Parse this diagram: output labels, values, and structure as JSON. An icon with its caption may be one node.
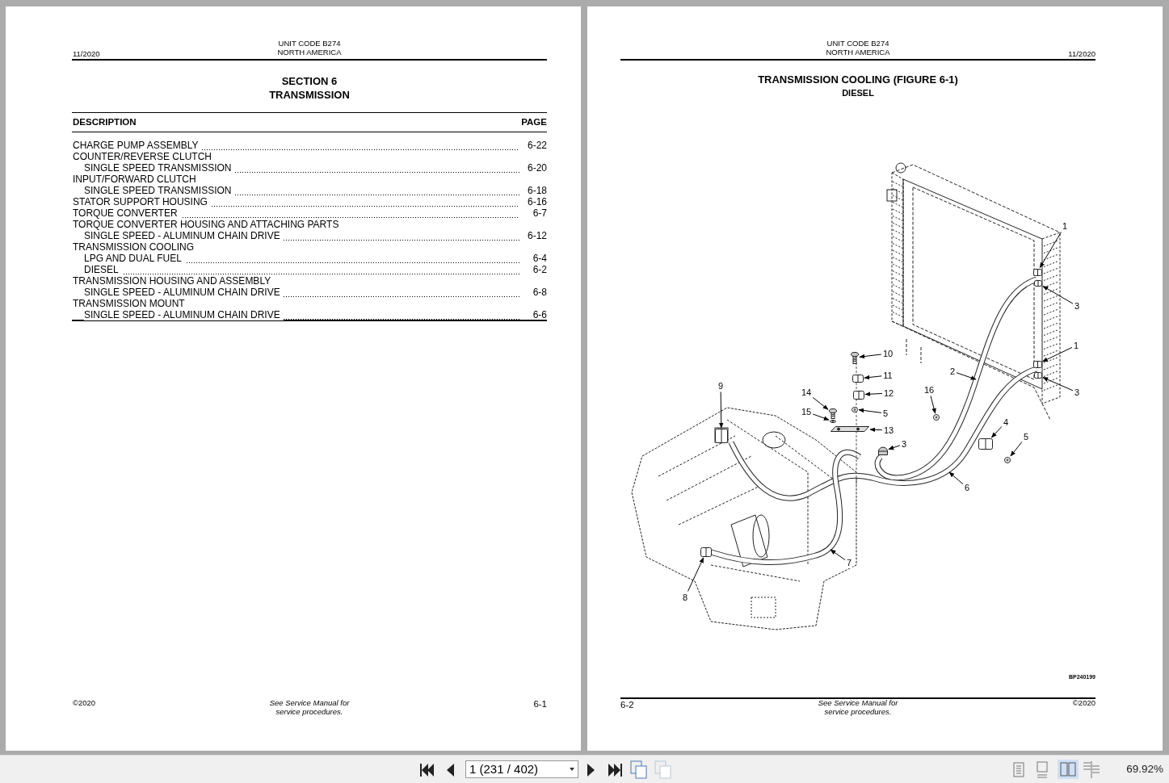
{
  "diagram": {
    "nodes": [
      {
        "text": [
          "1"
        ]
      },
      {
        "text": [
          "3"
        ]
      },
      {
        "text": [
          "1"
        ]
      },
      {
        "text": [
          "3"
        ]
      },
      {
        "text": [
          "10"
        ]
      },
      {
        "text": [
          "2"
        ]
      },
      {
        "text": [
          "11"
        ]
      },
      {
        "text": [
          "9"
        ]
      },
      {
        "text": [
          "12"
        ]
      },
      {
        "text": [
          "14"
        ]
      },
      {
        "text": [
          "16"
        ]
      },
      {
        "text": [
          "5"
        ]
      },
      {
        "text": [
          "15"
        ]
      },
      {
        "text": [
          "13"
        ]
      },
      {
        "text": [
          "4"
        ]
      },
      {
        "text": [
          "3"
        ]
      },
      {
        "text": [
          "5"
        ]
      },
      {
        "text": [
          "6"
        ]
      },
      {
        "text": [
          "7"
        ]
      },
      {
        "text": [
          "8"
        ]
      },
      {
        "text": [],
        "shape": "picture"
      },
      {
        "text": [],
        "shape": "picture"
      },
      {
        "text": [],
        "shape": "picture"
      },
      {
        "text": [],
        "shape": "picture"
      },
      {
        "text": [],
        "shape": "picture"
      },
      {
        "text": [],
        "shape": "picture"
      },
      {
        "text": [],
        "shape": "picture"
      },
      {
        "text": [],
        "shape": "picture"
      },
      {
        "text": [],
        "shape": "picture"
      },
      {
        "text": [],
        "shape": "picture"
      },
      {
        "text": [],
        "shape": "picture"
      },
      {
        "text": [],
        "shape": "picture"
      },
      {
        "text": [],
        "shape": "picture"
      },
      {
        "text": [],
        "shape": "picture"
      },
      {
        "text": [],
        "shape": "picture"
      },
      {
        "text": [],
        "shape": "picture"
      },
      {
        "text": [],
        "shape": "picture"
      }
    ],
    "edges": [
      {
        "from": 0,
        "to": 20,
        "arrow": "to"
      },
      {
        "from": 1,
        "to": 21,
        "arrow": "to"
      },
      {
        "from": 2,
        "to": 22,
        "arrow": "to"
      },
      {
        "from": 3,
        "to": 23,
        "arrow": "to"
      },
      {
        "from": 4,
        "to": 24,
        "arrow": "to"
      },
      {
        "from": 5,
        "to": null,
        "arrow": "to"
      },
      {
        "from": 6,
        "to": 25,
        "arrow": "to"
      },
      {
        "from": 7,
        "to": 26,
        "arrow": "to"
      },
      {
        "from": 8,
        "to": 27,
        "arrow": "to"
      },
      {
        "from": 9,
        "to": 28,
        "arrow": "to"
      },
      {
        "from": 10,
        "to": 29,
        "arrow": "to"
      },
      {
        "from": 11,
        "to": 30,
        "arrow": "to"
      },
      {
        "from": 12,
        "to": 31,
        "arrow": "to"
      },
      {
        "from": 13,
        "to": 32,
        "arrow": "to"
      },
      {
        "from": 14,
        "to": 33,
        "arrow": "to"
      },
      {
        "from": 15,
        "to": 34,
        "arrow": "to"
      },
      {
        "from": 16,
        "to": 35,
        "arrow": "to"
      },
      {
        "from": 17,
        "to": null,
        "arrow": "to"
      },
      {
        "from": 18,
        "to": null,
        "arrow": "to"
      },
      {
        "from": 19,
        "to": 36,
        "arrow": "to"
      }
    ],
    "labels": [
      "11/2020",
      "UNIT CODE B274 NORTH AMERICA",
      "SECTION 6 TRANSMISSION",
      "DESCRIPTION",
      "PAGE",
      "CHARGE PUMP ASSEMBLY",
      "6-22",
      "COUNTER/REVERSE CLUTCH",
      "SINGLE SPEED TRANSMISSION",
      "6-20",
      "INPUT/FORWARD CLUTCH",
      "SINGLE SPEED TRANSMISSION",
      "6-18",
      "STATOR SUPPORT HOUSING",
      "6-16",
      "TORQUE CONVERTER",
      "6-7",
      "TORQUE CONVERTER HOUSING AND ATTACHING PARTS",
      "SINGLE SPEED - ALUMINUM CHAIN DRIVE",
      "6-12",
      "TRANSMISSION COOLING",
      "LPG AND DUAL FUEL",
      "6-4",
      "DIESEL",
      "6-2",
      "TRANSMISSION HOUSING AND ASSEMBLY",
      "SINGLE SPEED - ALUMINUM CHAIN DRIVE",
      "6-8",
      "TRANSMISSION MOUNT",
      "SINGLE SPEED - ALUMINUM CHAIN DRIVE",
      "6-6",
      "©2020",
      "See Service Manual for service procedures.",
      "6-1",
      "UNIT CODE B274 NORTH AMERICA",
      "11/2020",
      "TRANSMISSION COOLING (FIGURE 6-1)",
      "DIESEL",
      "BP240199",
      "6-2",
      "See Service Manual for service procedures.",
      "©2020",
      "1 (231 / 402)",
      "69.92%"
    ]
  }
}
